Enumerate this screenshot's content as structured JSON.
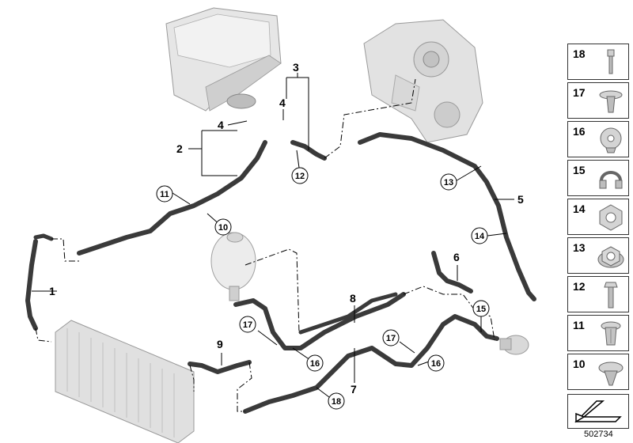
{
  "callouts": {
    "c1": "1",
    "c2": "2",
    "c3": "3",
    "c4a": "4",
    "c4b": "4",
    "c5": "5",
    "c6": "6",
    "c7": "7",
    "c8": "8",
    "c9": "9",
    "c10": "10",
    "c11": "11",
    "c12": "12",
    "c13": "13",
    "c14": "14",
    "c15": "15",
    "c16a": "16",
    "c16b": "16",
    "c17a": "17",
    "c17b": "17",
    "c18": "18"
  },
  "sidebar": {
    "items": [
      {
        "num": "18",
        "icon": "screw-pin-icon"
      },
      {
        "num": "17",
        "icon": "expanding-rivet-icon"
      },
      {
        "num": "16",
        "icon": "clip-nut-icon"
      },
      {
        "num": "15",
        "icon": "hose-clamp-icon"
      },
      {
        "num": "14",
        "icon": "hex-nut-icon"
      },
      {
        "num": "13",
        "icon": "flange-nut-icon"
      },
      {
        "num": "12",
        "icon": "hex-bolt-icon"
      },
      {
        "num": "11",
        "icon": "push-rivet-icon"
      },
      {
        "num": "10",
        "icon": "spring-nut-icon"
      }
    ]
  },
  "footer": {
    "reference": "502734"
  },
  "colors": {
    "line": "#000000",
    "hose": "#3a3a3a",
    "part": "#d9d9d9",
    "border": "#333333"
  }
}
